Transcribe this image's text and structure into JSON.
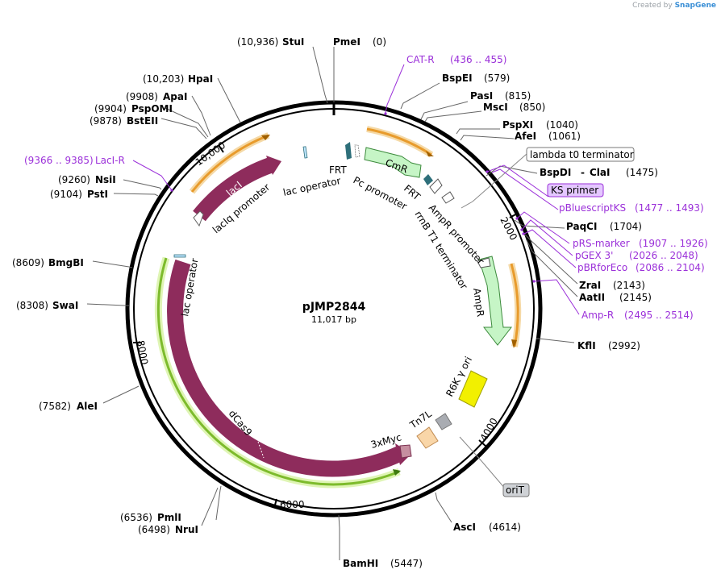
{
  "credit": {
    "prefix": "Created by",
    "brand": "SnapGene"
  },
  "plasmid": {
    "name": "pJMP2844",
    "size": "11,017 bp"
  },
  "colors": {
    "dcas9": "#8e2c5c",
    "cmr": "#c6f5c6",
    "ampr": "#c6f5c6",
    "orange_primer": "#e89b2c",
    "green_primer": "#7dbb2c",
    "ori": "#f2f000",
    "tn7": "#f9d6a8",
    "frt": "#2e6f7a",
    "primer_purple": "#9b30d9"
  },
  "sites": [
    {
      "name": "PmeI",
      "pos": "(0)"
    },
    {
      "name": "StuI",
      "pos": "(10,936)"
    },
    {
      "name": "BspEI",
      "pos": "(579)"
    },
    {
      "name": "PasI",
      "pos": "(815)"
    },
    {
      "name": "MscI",
      "pos": "(850)"
    },
    {
      "name": "PspXI",
      "pos": "(1040)"
    },
    {
      "name": "AfeI",
      "pos": "(1061)"
    },
    {
      "name": "BspDI",
      "dash": "-",
      "name2": "ClaI",
      "pos": "(1475)"
    },
    {
      "name": "PaqCI",
      "pos": "(1704)"
    },
    {
      "name": "ZraI",
      "pos": "(2143)"
    },
    {
      "name": "AatII",
      "pos": "(2145)"
    },
    {
      "name": "KflI",
      "pos": "(2992)"
    },
    {
      "name": "AscI",
      "pos": "(4614)"
    },
    {
      "name": "BamHI",
      "pos": "(5447)"
    },
    {
      "name": "PmlI",
      "pos": "(6536)"
    },
    {
      "name": "NruI",
      "pos": "(6498)"
    },
    {
      "name": "AleI",
      "pos": "(7582)"
    },
    {
      "name": "SwaI",
      "pos": "(8308)"
    },
    {
      "name": "BmgBI",
      "pos": "(8609)"
    },
    {
      "name": "PstI",
      "pos": "(9104)"
    },
    {
      "name": "NsiI",
      "pos": "(9260)"
    },
    {
      "name": "BstEII",
      "pos": "(9878)"
    },
    {
      "name": "PspOMI",
      "pos": "(9904)"
    },
    {
      "name": "ApaI",
      "pos": "(9908)"
    },
    {
      "name": "HpaI",
      "pos": "(10,203)"
    }
  ],
  "primers": [
    {
      "name": "CAT-R",
      "pos": "(436 .. 455)"
    },
    {
      "name": "pBluescriptKS",
      "pos": "(1477 .. 1493)"
    },
    {
      "name": "pRS-marker",
      "pos": "(1907 .. 1926)"
    },
    {
      "name": "pGEX 3'",
      "pos": "(2026 .. 2048)"
    },
    {
      "name": "pBRforEco",
      "pos": "(2086 .. 2104)"
    },
    {
      "name": "Amp-R",
      "pos": "(2495 .. 2514)"
    },
    {
      "name": "LacI-R",
      "pos": "(9366 .. 9385)"
    }
  ],
  "boxed": {
    "lambda": "lambda t0 terminator",
    "ks": "KS primer",
    "orit": "oriT"
  },
  "features": {
    "frt1": "FRT",
    "frt2": "FRT",
    "cmr": "CmR",
    "pc": "Pc promoter",
    "ampr_promoter": "AmpR promoter",
    "rrnb": "rrnB T1 terminator",
    "ampr": "AmpR",
    "r6k": "R6K γ ori",
    "tn7": "Tn7L",
    "myc": "3xMyc",
    "dcas9": "dCas9",
    "lac_op1": "lac operator",
    "lac_op2": "lac operator",
    "laci": "lacI",
    "laciq": "lacIq promoter"
  },
  "ticks": [
    "2000",
    "4000",
    "6000",
    "8000",
    "10,000"
  ]
}
